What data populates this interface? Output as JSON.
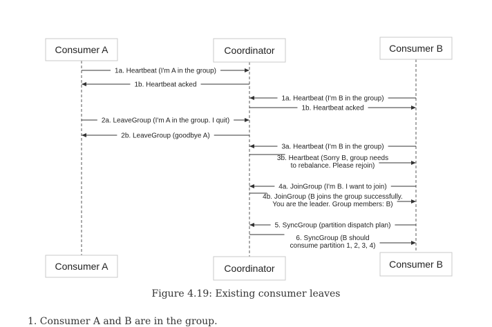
{
  "participants": [
    {
      "id": "a",
      "label": "Consumer A"
    },
    {
      "id": "c",
      "label": "Coordinator"
    },
    {
      "id": "b",
      "label": "Consumer B"
    }
  ],
  "messages": [
    {
      "from": "a",
      "to": "c",
      "lines": [
        "1a. Heartbeat (I'm A in the group)"
      ]
    },
    {
      "from": "c",
      "to": "a",
      "lines": [
        "1b. Heartbeat acked"
      ]
    },
    {
      "from": "b",
      "to": "c",
      "lines": [
        "1a. Heartbeat (I'm B in the group)"
      ]
    },
    {
      "from": "c",
      "to": "b",
      "lines": [
        "1b. Heartbeat acked"
      ]
    },
    {
      "from": "a",
      "to": "c",
      "lines": [
        "2a. LeaveGroup (I'm A in the group. I quit)"
      ]
    },
    {
      "from": "c",
      "to": "a",
      "lines": [
        "2b. LeaveGroup (goodbye A)"
      ]
    },
    {
      "from": "b",
      "to": "c",
      "lines": [
        "3a. Heartbeat (I'm B in the group)"
      ]
    },
    {
      "from": "c",
      "to": "b",
      "lines": [
        "3b. Heartbeat (Sorry B, group needs",
        "to rebalance. Please rejoin)"
      ]
    },
    {
      "from": "b",
      "to": "c",
      "lines": [
        "4a. JoinGroup (I'm B. I want to join)"
      ]
    },
    {
      "from": "c",
      "to": "b",
      "lines": [
        "4b. JoinGroup (B joins the group successfully.",
        "You are the leader. Group members: B)"
      ]
    },
    {
      "from": "b",
      "to": "c",
      "lines": [
        "5. SyncGroup (partition dispatch plan)"
      ]
    },
    {
      "from": "c",
      "to": "b",
      "lines": [
        "6. SyncGroup (B should",
        "consume partition 1, 2, 3, 4)"
      ]
    }
  ],
  "caption": "Figure 4.19: Existing consumer leaves",
  "footer_text": "1. Consumer A and B are in the group."
}
